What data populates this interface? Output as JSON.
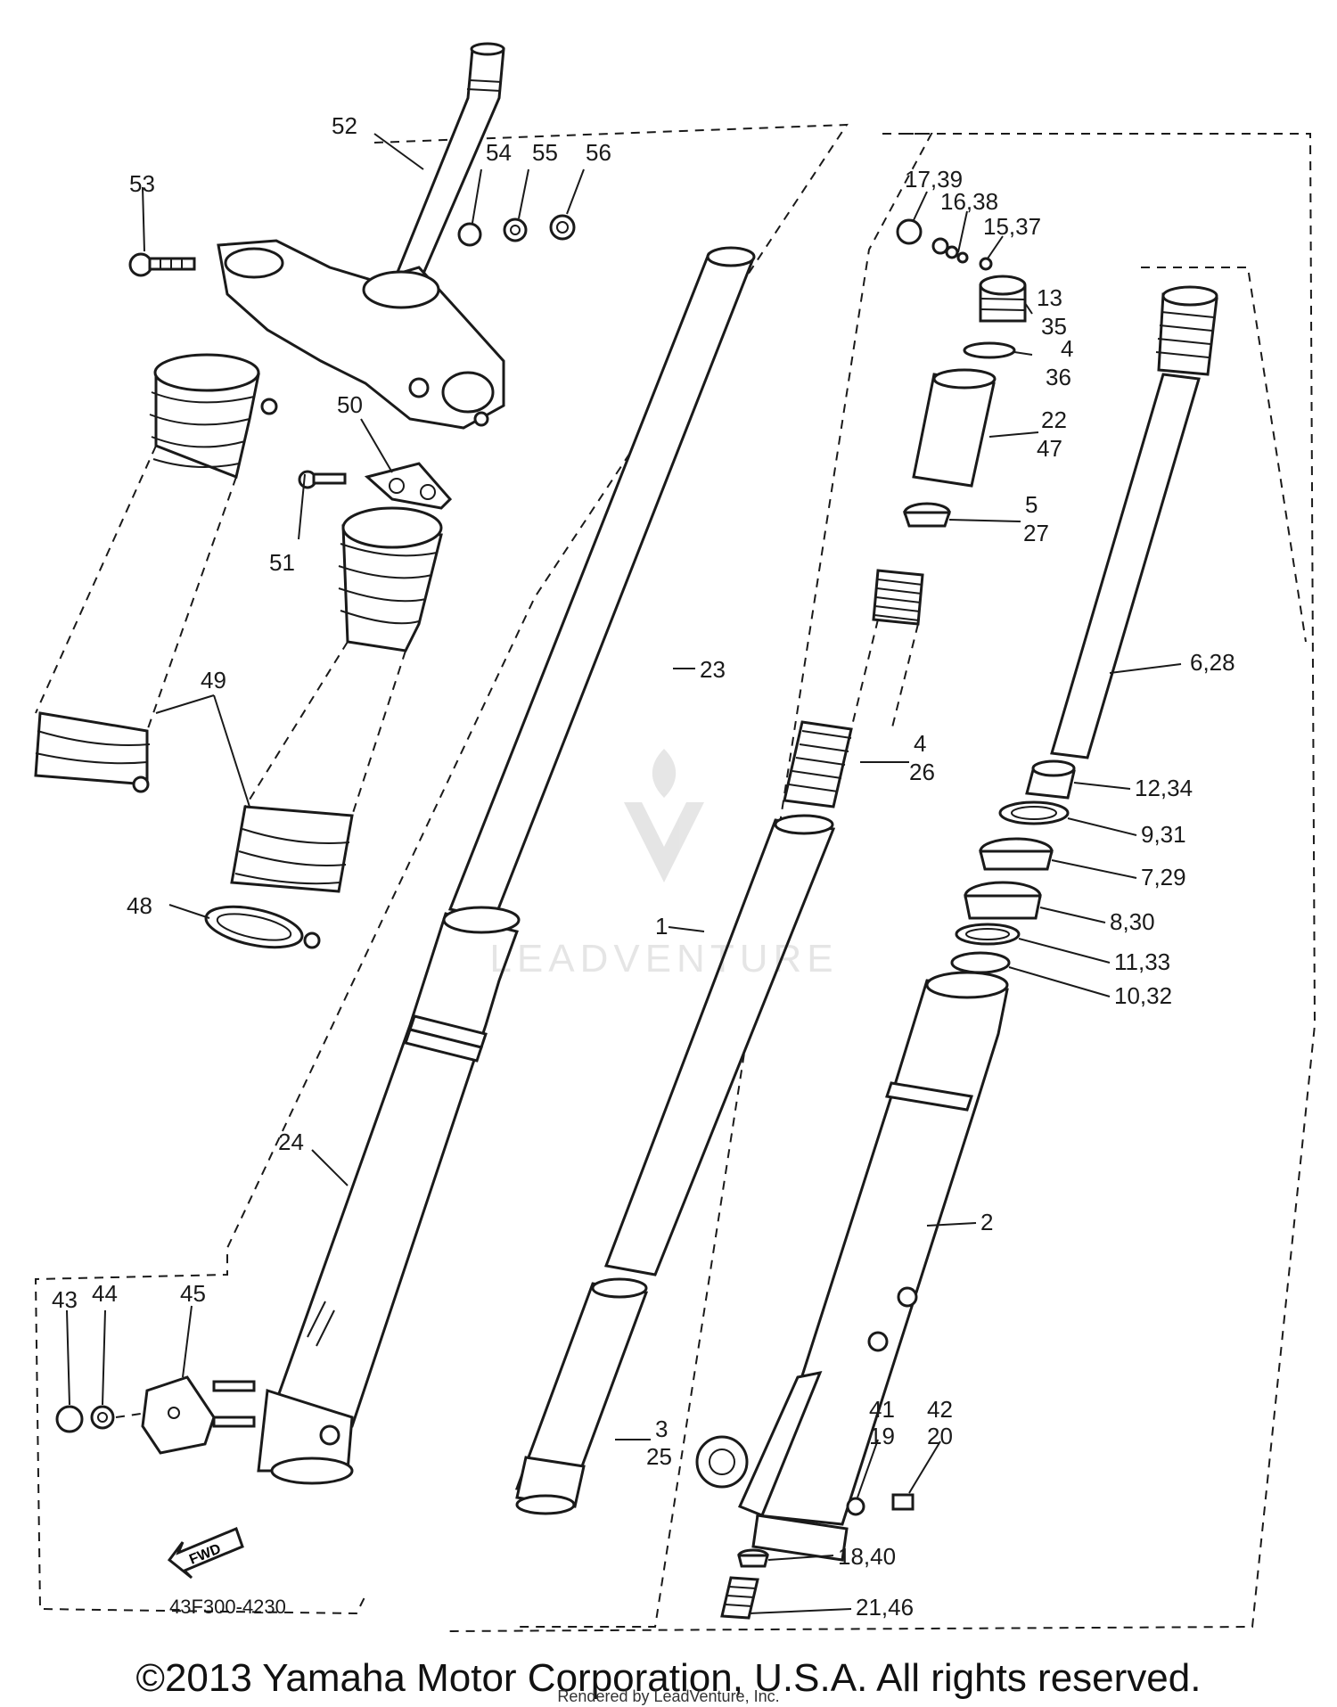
{
  "diagram": {
    "drawing_code": "43F300-4230",
    "fwd_label": "FWD",
    "watermark_text": "LEADVENTURE",
    "labels": {
      "l52": "52",
      "l53": "53",
      "l54": "54",
      "l55": "55",
      "l56": "56",
      "l50": "50",
      "l51": "51",
      "l49": "49",
      "l48": "48",
      "l23": "23",
      "l24": "24",
      "l1": "1",
      "l3": "3",
      "l25": "25",
      "l43": "43",
      "l44": "44",
      "l45": "45",
      "l17_39": "17,39",
      "l16_38": "16,38",
      "l15_37": "15,37",
      "l13": "13",
      "l35": "35",
      "l4a": "4",
      "l36": "36",
      "l22": "22",
      "l47": "47",
      "l5": "5",
      "l27": "27",
      "l4b": "4",
      "l26": "26",
      "l6_28": "6,28",
      "l12_34": "12,34",
      "l9_31": "9,31",
      "l7_29": "7,29",
      "l8_30": "8,30",
      "l11_33": "11,33",
      "l10_32": "10,32",
      "l2": "2",
      "l41": "41",
      "l19": "19",
      "l42": "42",
      "l20": "20",
      "l18_40": "18,40",
      "l21_46": "21,46"
    }
  },
  "footer": {
    "copyright": "©2013 Yamaha Motor Corporation, U.S.A. All rights reserved.",
    "rendered_by": "Rendered by LeadVenture, Inc."
  }
}
